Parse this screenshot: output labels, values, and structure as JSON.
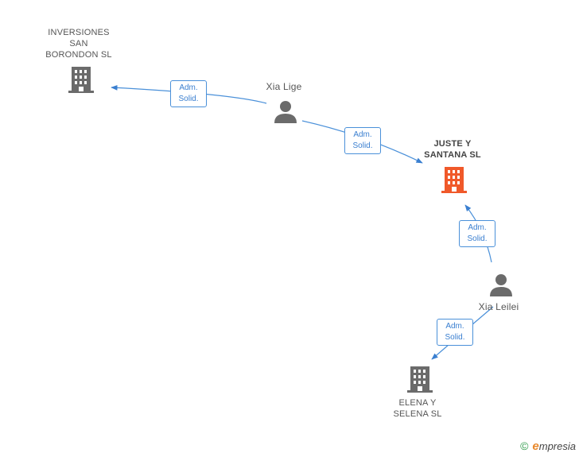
{
  "nodes": {
    "inversiones": {
      "label_lines": [
        "INVERSIONES",
        "SAN",
        "BORONDON SL"
      ],
      "type": "company",
      "color": "#6b6b6b"
    },
    "xia_lige": {
      "label": "Xia Lige",
      "type": "person",
      "color": "#6b6b6b"
    },
    "juste": {
      "label_lines": [
        "JUSTE Y",
        "SANTANA SL"
      ],
      "type": "company",
      "color": "#f0592a",
      "highlight": true
    },
    "xia_leilei": {
      "label": "Xia Leilei",
      "type": "person",
      "color": "#6b6b6b"
    },
    "elena": {
      "label_lines": [
        "ELENA Y",
        "SELENA  SL"
      ],
      "type": "company",
      "color": "#6b6b6b"
    }
  },
  "edges": [
    {
      "from": "xia_lige",
      "to": "inversiones",
      "label_lines": [
        "Adm.",
        "Solid."
      ]
    },
    {
      "from": "xia_lige",
      "to": "juste",
      "label_lines": [
        "Adm.",
        "Solid."
      ]
    },
    {
      "from": "xia_leilei",
      "to": "juste",
      "label_lines": [
        "Adm.",
        "Solid."
      ]
    },
    {
      "from": "xia_leilei",
      "to": "elena",
      "label_lines": [
        "Adm.",
        "Solid."
      ]
    }
  ],
  "footer": {
    "copyright_symbol": "©",
    "brand_initial": "e",
    "brand_rest": "mpresia"
  },
  "colors": {
    "edge": "#4a90d9",
    "node_gray": "#6b6b6b",
    "highlight": "#f0592a"
  }
}
